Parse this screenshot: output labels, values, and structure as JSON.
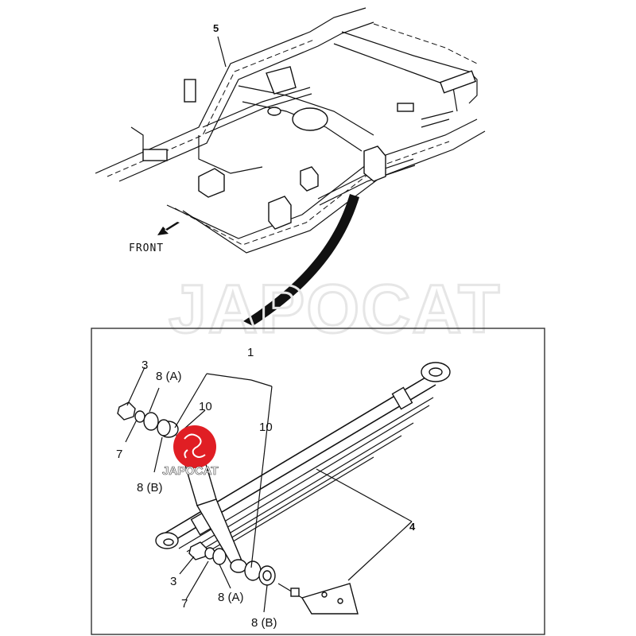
{
  "frame_view": {
    "callout_5": "5",
    "front_label": "FRONT"
  },
  "watermark": {
    "text": "JAPOCAT"
  },
  "logo": {
    "text": "JAPOCAT",
    "color": "#e01e24"
  },
  "detail_view": {
    "callouts": {
      "part_1": "1",
      "part_3_top": "3",
      "part_8a_top": "8 (A)",
      "part_10_left": "10",
      "part_10_right": "10",
      "part_7_top": "7",
      "part_8b_top": "8 (B)",
      "part_4": "4",
      "part_3_bottom": "3",
      "part_7_bottom": "7",
      "part_8a_bottom": "8 (A)",
      "part_8b_bottom": "8 (B)"
    }
  }
}
